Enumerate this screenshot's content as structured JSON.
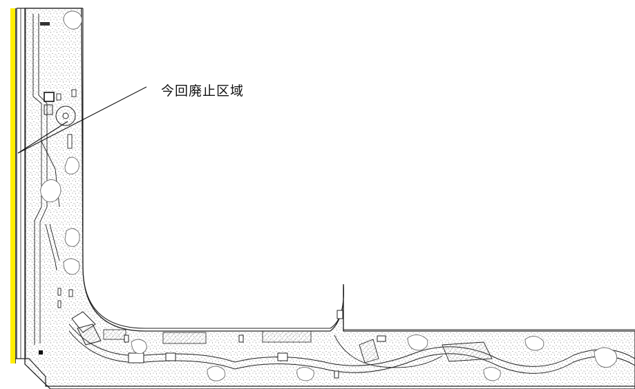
{
  "callout": {
    "label": "今回廃止区域"
  },
  "colors": {
    "highlight": "#ffee00",
    "line": "#222222",
    "planting_dot": "#555555",
    "shrub_outline": "#6a6a6a",
    "background": "#ffffff"
  },
  "legend_icons": [
    "callout-leader-line",
    "highlight-strip",
    "planting-stipple",
    "shrub-outline"
  ]
}
